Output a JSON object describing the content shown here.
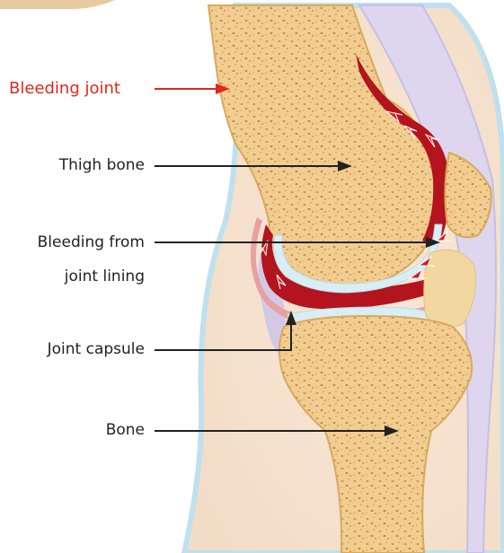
{
  "labels": {
    "bleeding_joint": "Bleeding joint",
    "thigh_bone": "Thigh bone",
    "bleeding_from_line1": "Bleeding from",
    "bleeding_from_line2": "joint lining",
    "joint_capsule": "Joint capsule",
    "bone": "Bone"
  },
  "colors": {
    "highlight_label": "#e2261d",
    "label_text": "#222222",
    "arrow": "#222222",
    "bone": "#f1cd92",
    "blood": "#b3141d",
    "skin": "#f7e5d3",
    "cartilage": "#d9eef4"
  }
}
